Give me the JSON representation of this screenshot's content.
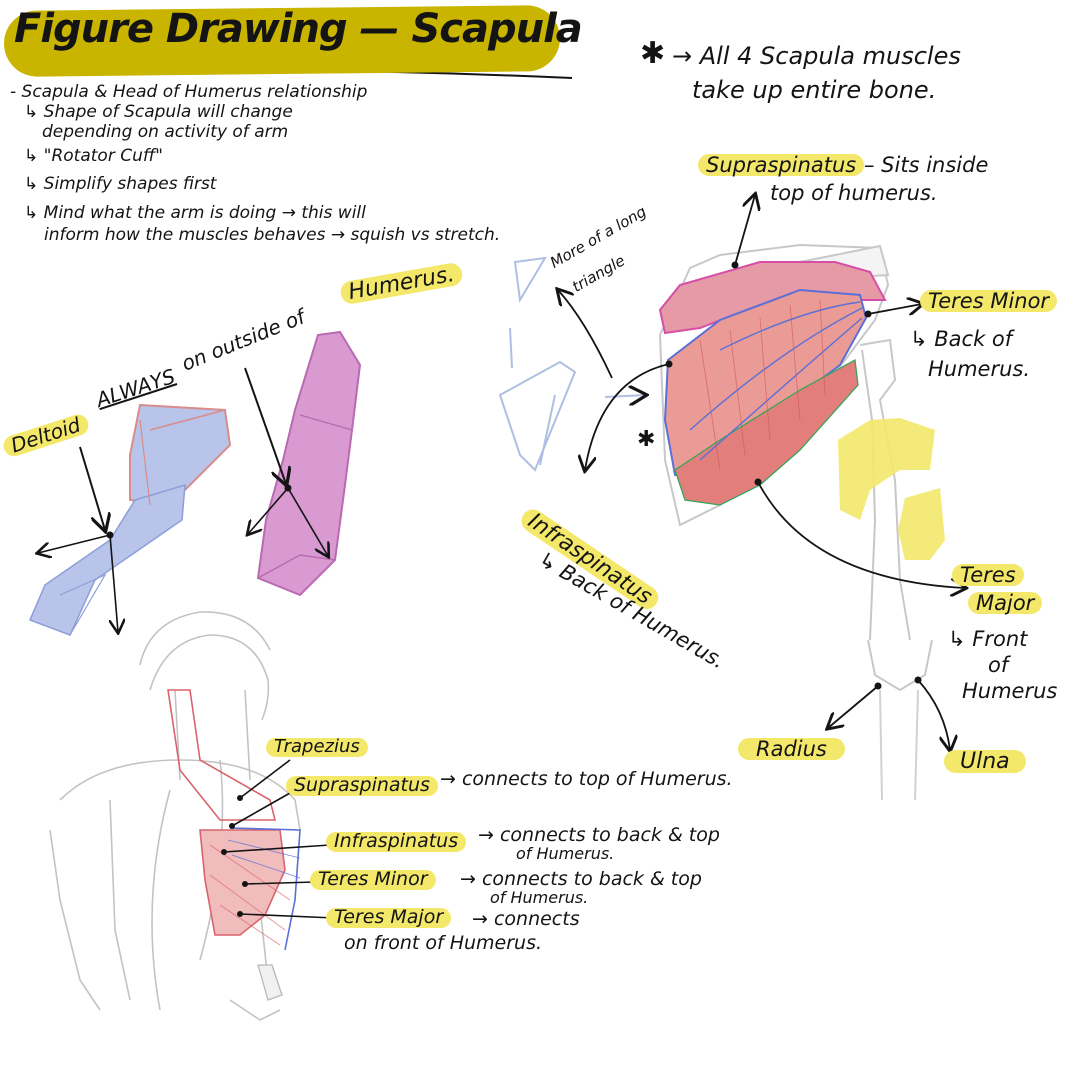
{
  "title": "Figure Drawing — Scapula",
  "star_note": {
    "symbol": "✱",
    "line1": "→ All 4 Scapula muscles",
    "line2": "take up entire bone."
  },
  "notes": [
    "- Scapula & Head of Humerus relationship",
    "↳ Shape of Scapula will change",
    "depending on activity of arm",
    "↳ \"Rotator Cuff\"",
    "↳ Simplify shapes first",
    "↳ Mind what the arm is doing → this will",
    "inform how the muscles behaves → squish vs stretch."
  ],
  "deltoid": {
    "label": "Deltoid",
    "always": "ALWAYS",
    "phrase": "on outside of",
    "humerus": "Humerus."
  },
  "triangle_note": {
    "line1": "More of a long",
    "line2": "triangle"
  },
  "star_marker": "✱",
  "right_labels": {
    "supraspinatus": "Supraspinatus",
    "supraspinatus_note1": "– Sits inside",
    "supraspinatus_note2": "top of humerus.",
    "teres_minor": "Teres Minor",
    "teres_minor_note1": "↳ Back of",
    "teres_minor_note2": "Humerus.",
    "infraspinatus": "Infraspinatus",
    "infraspinatus_note1": "↳ Back of Humerus.",
    "teres_major_1": "Teres",
    "teres_major_2": "Major",
    "teres_major_note1": "↳ Front",
    "teres_major_note2": "of",
    "teres_major_note3": "Humerus",
    "radius": "Radius",
    "ulna": "Ulna"
  },
  "back_labels": {
    "trapezius": "Trapezius",
    "supraspinatus": "Supraspinatus",
    "supraspinatus_note": "→ connects to top of Humerus.",
    "infraspinatus": "Infraspinatus",
    "infraspinatus_note1": "→ connects to back & top",
    "infraspinatus_note2": "of Humerus.",
    "teres_minor": "Teres Minor",
    "teres_minor_note1": "→ connects to back & top",
    "teres_minor_note2": "of Humerus.",
    "teres_major": "Teres Major",
    "teres_major_note1": "→ connects",
    "teres_major_note2": "on front of Humerus."
  },
  "colors": {
    "title_band": "#c9b400",
    "highlight": "#f3e86a",
    "muscle_red": "#e9837e",
    "muscle_pink": "#d97cc0",
    "deltoid_blue": "#9fb0e0",
    "bone_grey": "#c8c8c8"
  }
}
